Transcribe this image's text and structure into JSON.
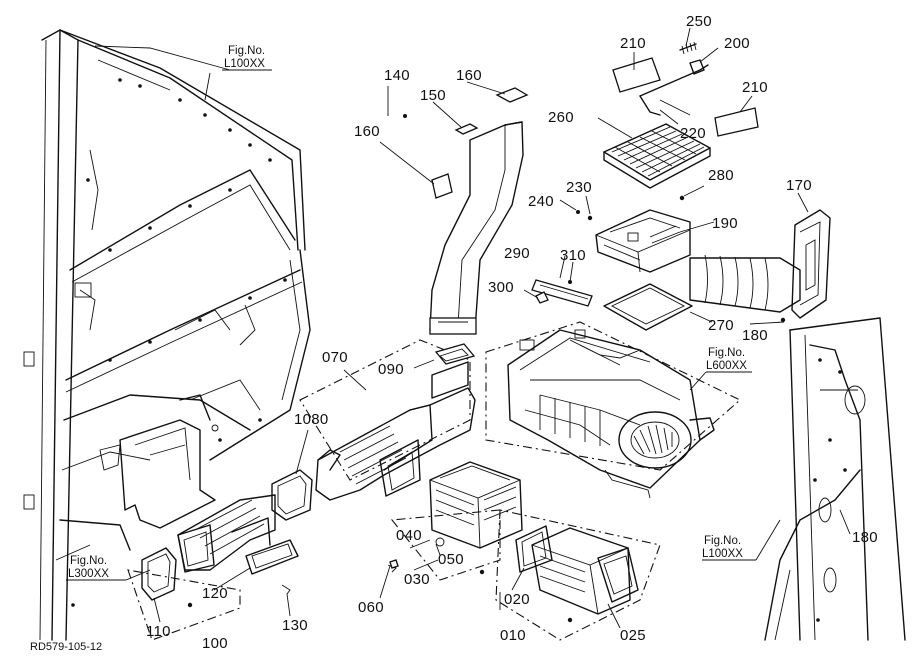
{
  "parts": [
    {
      "id": "p210a",
      "text": "210"
    },
    {
      "id": "p250",
      "text": "250"
    },
    {
      "id": "p200",
      "text": "200"
    },
    {
      "id": "p210b",
      "text": "210"
    },
    {
      "id": "p140",
      "text": "140"
    },
    {
      "id": "p160a",
      "text": "160"
    },
    {
      "id": "p150",
      "text": "150"
    },
    {
      "id": "p160b",
      "text": "160"
    },
    {
      "id": "p260",
      "text": "260"
    },
    {
      "id": "p220",
      "text": "220"
    },
    {
      "id": "p230",
      "text": "230"
    },
    {
      "id": "p280",
      "text": "280"
    },
    {
      "id": "p240",
      "text": "240"
    },
    {
      "id": "p170",
      "text": "170"
    },
    {
      "id": "p190",
      "text": "190"
    },
    {
      "id": "p290",
      "text": "290"
    },
    {
      "id": "p310",
      "text": "310"
    },
    {
      "id": "p300",
      "text": "300"
    },
    {
      "id": "p270",
      "text": "270"
    },
    {
      "id": "p180a",
      "text": "180"
    },
    {
      "id": "p070",
      "text": "070"
    },
    {
      "id": "p090",
      "text": "090"
    },
    {
      "id": "p1080",
      "text": "1080"
    },
    {
      "id": "p040",
      "text": "040"
    },
    {
      "id": "p050",
      "text": "050"
    },
    {
      "id": "p030",
      "text": "030"
    },
    {
      "id": "p060",
      "text": "060"
    },
    {
      "id": "p020",
      "text": "020"
    },
    {
      "id": "p010",
      "text": "010"
    },
    {
      "id": "p025",
      "text": "025"
    },
    {
      "id": "p120",
      "text": "120"
    },
    {
      "id": "p110",
      "text": "110"
    },
    {
      "id": "p100",
      "text": "100"
    },
    {
      "id": "p130",
      "text": "130"
    },
    {
      "id": "p180b",
      "text": "180"
    }
  ],
  "references": {
    "l100_top": {
      "line1": "Fig.No.",
      "line2": "L100XX"
    },
    "l600": {
      "line1": "Fig.No.",
      "line2": "L600XX"
    },
    "l300": {
      "line1": "Fig.No.",
      "line2": "L300XX"
    },
    "l100_right": {
      "line1": "Fig.No.",
      "line2": "L100XX"
    }
  },
  "drawing_code": "RD579-105-12"
}
